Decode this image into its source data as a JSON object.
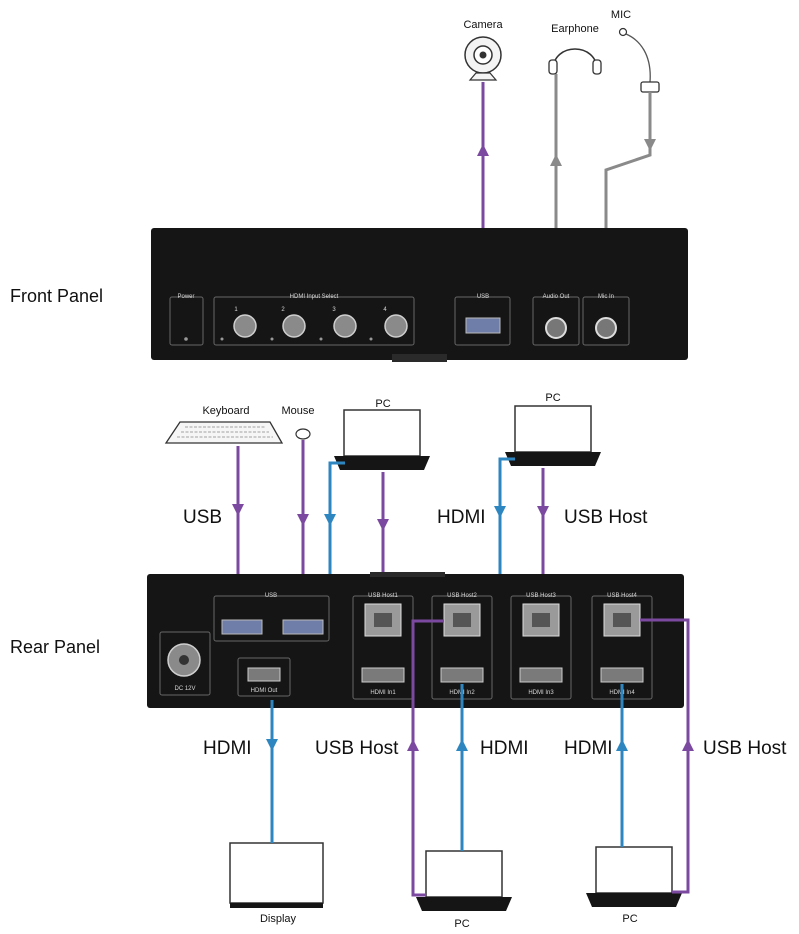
{
  "panels": {
    "front": {
      "label": "Front Panel",
      "power_label": "Power",
      "hdmi_select_label": "HDMI Input Select",
      "buttons": [
        "1",
        "2",
        "3",
        "4"
      ],
      "usb_label": "USB",
      "audio_out_label": "Audio Out",
      "mic_in_label": "Mic In"
    },
    "rear": {
      "label": "Rear Panel",
      "dc_label": "DC 12V",
      "usb_label": "USB",
      "hdmi_out_label": "HDMI Out",
      "ports": [
        {
          "usb_host": "USB Host1",
          "hdmi_in": "HDMI In1"
        },
        {
          "usb_host": "USB Host2",
          "hdmi_in": "HDMI In2"
        },
        {
          "usb_host": "USB Host3",
          "hdmi_in": "HDMI In3"
        },
        {
          "usb_host": "USB Host4",
          "hdmi_in": "HDMI In4"
        }
      ]
    }
  },
  "devices": {
    "camera": "Camera",
    "earphone": "Earphone",
    "mic": "MIC",
    "keyboard": "Keyboard",
    "mouse": "Mouse",
    "pc": "PC",
    "display": "Display"
  },
  "connections": {
    "usb": "USB",
    "hdmi": "HDMI",
    "usb_host": "USB Host"
  },
  "colors": {
    "usb_cable": "#7b4aa0",
    "hdmi_cable": "#2e86c1",
    "audio_cable": "#8a8a8a",
    "chassis": "#151515"
  }
}
